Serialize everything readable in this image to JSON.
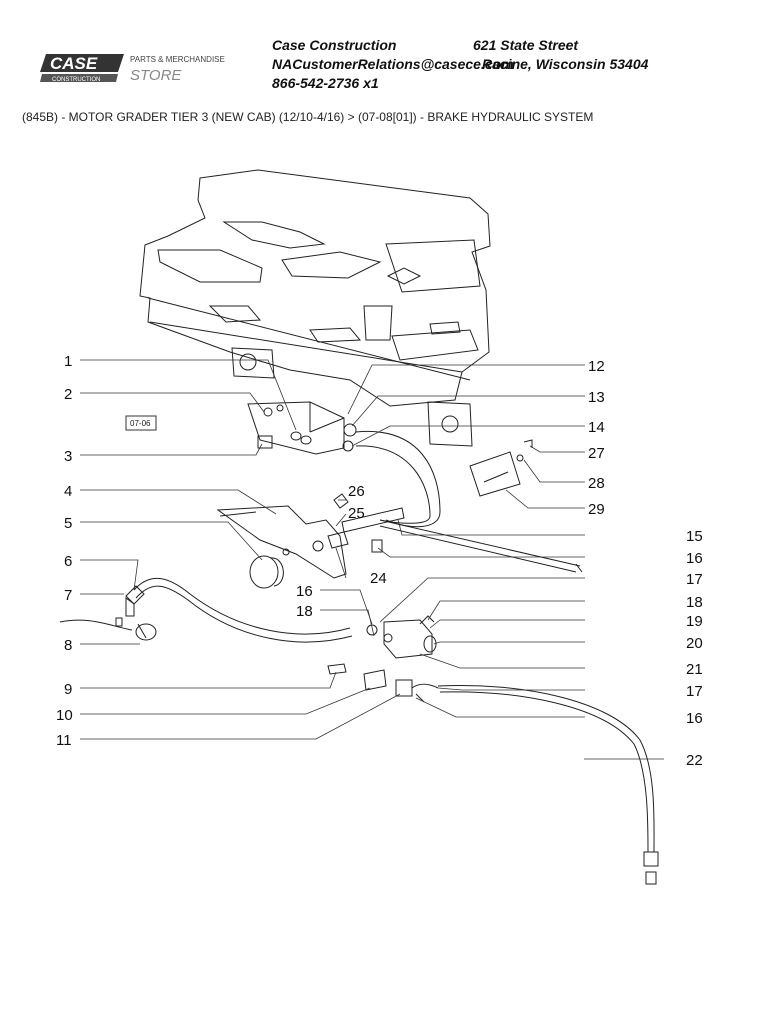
{
  "header": {
    "logo_brand": "CASE",
    "logo_sub": "CONSTRUCTION",
    "store_line1": "PARTS & MERCHANDISE",
    "store_line2": "STORE",
    "company_name": "Case Construction",
    "email": "NACustomerRelations@casece.com",
    "phone": "866-542-2736 x1",
    "street": "621 State Street",
    "city": "Racine, Wisconsin 53404"
  },
  "breadcrumb": "(845B) - MOTOR GRADER TIER 3 (NEW CAB) (12/10-4/16) > (07-08[01]) - BRAKE HYDRAULIC SYSTEM",
  "diagram": {
    "reference_box": "07-06",
    "callouts_left": [
      "1",
      "2",
      "3",
      "4",
      "5",
      "6",
      "7",
      "8",
      "9",
      "10",
      "11"
    ],
    "callouts_right": [
      "12",
      "13",
      "14",
      "27",
      "28",
      "29",
      "15",
      "16",
      "17",
      "18",
      "19",
      "20",
      "21",
      "17",
      "16",
      "22"
    ],
    "callouts_inner": [
      "26",
      "25",
      "24",
      "16",
      "18"
    ]
  }
}
